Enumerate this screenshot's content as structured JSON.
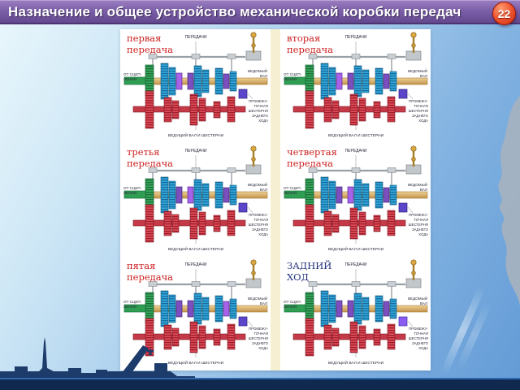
{
  "slide": {
    "title": "Назначение и общее устройство механической коробки передач",
    "slide_number": "22"
  },
  "panels": [
    {
      "title_line1": "первая",
      "title_line2": "передача",
      "engaged": "syn-0",
      "title_color": "#cc1f1f"
    },
    {
      "title_line1": "вторая",
      "title_line2": "передача",
      "engaged": "syn-0",
      "title_color": "#cc1f1f"
    },
    {
      "title_line1": "третья",
      "title_line2": "передача",
      "engaged": "syn-1",
      "title_color": "#cc1f1f"
    },
    {
      "title_line1": "четвертая",
      "title_line2": "передача",
      "engaged": "syn-1",
      "title_color": "#cc1f1f"
    },
    {
      "title_line1": "пятая",
      "title_line2": "передача",
      "engaged": "syn-2",
      "title_color": "#cc1f1f"
    },
    {
      "title_line1": "ЗАДНИЙ",
      "title_line2": "ХОД",
      "engaged": "syn-r",
      "title_color": "#24317e"
    }
  ],
  "diagram_labels": {
    "top": "ПЕРЕДАЧИ",
    "from_clutch_line1": "ОТ СЦЕП-",
    "from_clutch_line2": "ЛЕНИЯ",
    "driven_shaft_line1": "ВЕДОМЫЙ",
    "driven_shaft_line2": "ВАЛ",
    "driving_shaft_bottom": "ВЕДУЩИЙ ВАЛ И ШЕСТЕРНИ",
    "reverse_idler_line1": "ПРОМЕЖУ-",
    "reverse_idler_line2": "ТОЧНАЯ",
    "reverse_idler_line3": "ШЕСТЕРНЯ",
    "reverse_idler_line4": "ЗАДНЕГО",
    "reverse_idler_line5": "ХОДА"
  },
  "colors": {
    "title_bar": "#7b5fa8",
    "badge": "#ef5a35",
    "panel_caption_red": "#cc1f1f",
    "reverse_caption_blue": "#24317e",
    "gear_blue": "#31a7dc",
    "gear_red": "#e04b58",
    "gear_green": "#37a85c",
    "synchro_purple": "#7b4fc0",
    "shaft_tan": "#d9b36a",
    "bottom_bar_navy": "#10294e"
  }
}
